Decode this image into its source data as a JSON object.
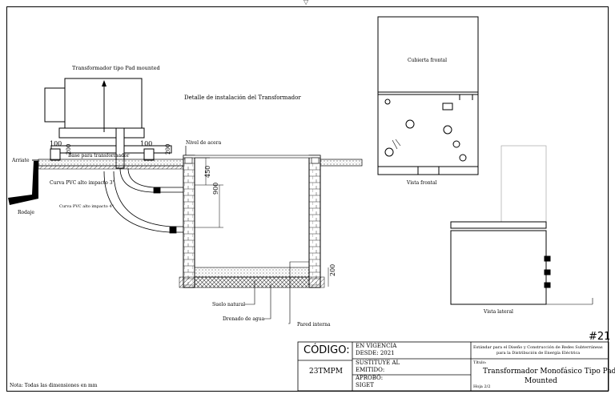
{
  "viewer": {
    "marker": "▽"
  },
  "drawing": {
    "title": "Detalle de instalación del Transformador",
    "transformer_label": "Transformador tipo Pad mounted",
    "base_label": "Base para transformador",
    "sidewalk_label": "Nivel de acera",
    "curb_label": "Arriate",
    "gutter_label": "Rodaje",
    "pvc3_label": "Curva PVC alto impacto 3\"",
    "pvc4_label": "Curva PVC alto impacto 4\"",
    "soil_label": "Suelo natural",
    "drain_label": "Drenado de agua",
    "wall_label": "Pared interna",
    "dims": {
      "d100a": "100",
      "d100b": "100",
      "d200a": "200",
      "d200b": "200",
      "d450": "450",
      "d900": "900",
      "d200c": "200"
    },
    "front_cover_label": "Cubierta frontal",
    "front_view_label": "Vista frontal",
    "side_view_label": "Vista lateral",
    "sheet_number": "#21",
    "note": "Nota: Todas las dimensiones en mm"
  },
  "title_block": {
    "code_label": "CÓDIGO:",
    "code_value": "23TMPM",
    "vigencia": "EN VIGENCIA",
    "desde": "DESDE: 2021",
    "sustituye": "SUSTITUYE AL",
    "emitido": "EMITIDO:",
    "aprobo": "APROBÓ:",
    "siget": "SIGET",
    "standard_line1": "Estándar para el Diseño y Construcción de Redes Subterráneas",
    "standard_line2": "para la Distribución de Energía Eléctrica",
    "titulo_label": "Título:",
    "title_line1": "Transformador Monofásico Tipo Pad",
    "title_line2": "Mounted",
    "hoja": "Hoja 2/2"
  }
}
